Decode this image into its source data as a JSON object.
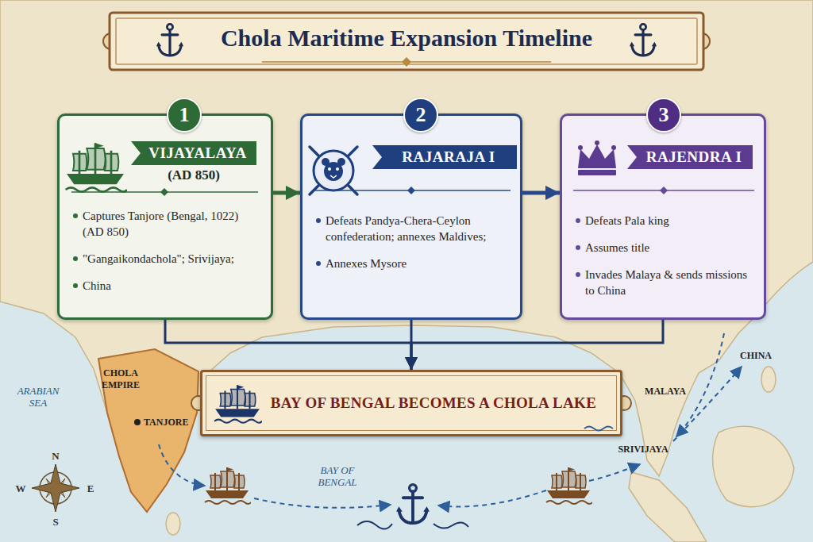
{
  "diagram": {
    "title": "Chola Maritime Expansion Timeline",
    "nodes": [
      {
        "text": [
          "VIJAYALAYA",
          "(AD 850)",
          "Captures Tanjore (Bengal, 1022) (AD 850)",
          "\"Gangaikondachola\"; Srivijaya;",
          "China"
        ]
      },
      {
        "text": [
          "1"
        ],
        "in": 0
      },
      {
        "text": [
          "RAJARAJA I",
          "Defeats Pandya-Chera-Ceylon confederation; annexes Maldives;",
          "Annexes Mysore"
        ]
      },
      {
        "text": [
          "2"
        ],
        "in": 2
      },
      {
        "text": [
          "RAJENDRA I",
          "Defeats Pala king",
          "Assumes title",
          "Invades Malaya & sends missions to China"
        ]
      },
      {
        "text": [
          "3"
        ],
        "in": 4
      },
      {
        "text": [
          "BAY OF BENGAL BECOMES A CHOLA LAKE"
        ]
      }
    ],
    "edges": [
      {
        "from": 0,
        "to": 2,
        "arrow": "to"
      },
      {
        "from": 2,
        "to": 4,
        "arrow": "to"
      },
      {
        "from": 0,
        "to": 6,
        "arrow": "to"
      },
      {
        "from": 2,
        "to": 6,
        "arrow": "to"
      },
      {
        "from": 4,
        "to": 6,
        "arrow": "to"
      }
    ],
    "labels": [
      "CHOLA EMPIRE",
      "TANJORE",
      "ARABIAN SEA",
      "BAY OF BENGAL",
      "MALAYA",
      "SRIVIJAYA",
      "CHINA",
      "N",
      "W",
      "E",
      "S"
    ]
  }
}
